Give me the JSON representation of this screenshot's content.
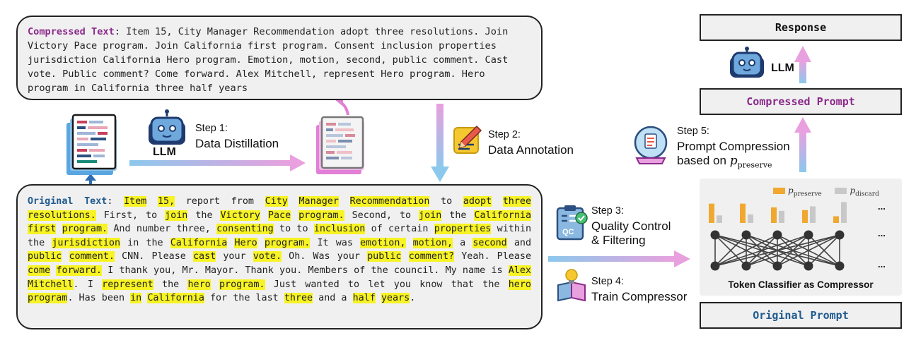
{
  "compressed_panel": {
    "label": "Compressed Text",
    "text": ": Item 15, City Manager Recommendation adopt three resolutions. Join Victory Pace program. Join California first program. Consent inclusion properties jurisdiction California Hero program. Emotion, motion, second, public comment. Cast vote. Public comment? Come forward. Alex Mitchell, represent Hero program. Hero program in California three half years"
  },
  "original_panel": {
    "label": "Original Text",
    "segments": [
      {
        "t": ": ",
        "h": false
      },
      {
        "t": "Item",
        "h": true
      },
      {
        "t": " ",
        "h": false
      },
      {
        "t": "15,",
        "h": true
      },
      {
        "t": " report from ",
        "h": false
      },
      {
        "t": "City",
        "h": true
      },
      {
        "t": " ",
        "h": false
      },
      {
        "t": "Manager",
        "h": true
      },
      {
        "t": " ",
        "h": false
      },
      {
        "t": "Recommendation",
        "h": true
      },
      {
        "t": " to ",
        "h": false
      },
      {
        "t": "adopt",
        "h": true
      },
      {
        "t": " ",
        "h": false
      },
      {
        "t": "three",
        "h": true
      },
      {
        "t": " ",
        "h": false
      },
      {
        "t": "resolutions.",
        "h": true
      },
      {
        "t": " First, to ",
        "h": false
      },
      {
        "t": "join",
        "h": true
      },
      {
        "t": " the ",
        "h": false
      },
      {
        "t": "Victory",
        "h": true
      },
      {
        "t": " ",
        "h": false
      },
      {
        "t": "Pace",
        "h": true
      },
      {
        "t": " ",
        "h": false
      },
      {
        "t": "program.",
        "h": true
      },
      {
        "t": " Second, to ",
        "h": false
      },
      {
        "t": "join",
        "h": true
      },
      {
        "t": " the ",
        "h": false
      },
      {
        "t": "California",
        "h": true
      },
      {
        "t": " ",
        "h": false
      },
      {
        "t": "first",
        "h": true
      },
      {
        "t": " ",
        "h": false
      },
      {
        "t": "program.",
        "h": true
      },
      {
        "t": " And number three, ",
        "h": false
      },
      {
        "t": "consenting",
        "h": true
      },
      {
        "t": " to to ",
        "h": false
      },
      {
        "t": "inclusion",
        "h": true
      },
      {
        "t": " of certain ",
        "h": false
      },
      {
        "t": "properties",
        "h": true
      },
      {
        "t": " within the ",
        "h": false
      },
      {
        "t": "jurisdiction",
        "h": true
      },
      {
        "t": " in the ",
        "h": false
      },
      {
        "t": "California",
        "h": true
      },
      {
        "t": " ",
        "h": false
      },
      {
        "t": "Hero",
        "h": true
      },
      {
        "t": " ",
        "h": false
      },
      {
        "t": "program.",
        "h": true
      },
      {
        "t": " It was ",
        "h": false
      },
      {
        "t": "emotion,",
        "h": true
      },
      {
        "t": " ",
        "h": false
      },
      {
        "t": "motion,",
        "h": true
      },
      {
        "t": " a ",
        "h": false
      },
      {
        "t": "second",
        "h": true
      },
      {
        "t": " and ",
        "h": false
      },
      {
        "t": "public",
        "h": true
      },
      {
        "t": " ",
        "h": false
      },
      {
        "t": "comment.",
        "h": true
      },
      {
        "t": " CNN. Please ",
        "h": false
      },
      {
        "t": "cast",
        "h": true
      },
      {
        "t": " your ",
        "h": false
      },
      {
        "t": "vote.",
        "h": true
      },
      {
        "t": " Oh. Was your ",
        "h": false
      },
      {
        "t": "public",
        "h": true
      },
      {
        "t": " ",
        "h": false
      },
      {
        "t": "comment?",
        "h": true
      },
      {
        "t": " Yeah. Please ",
        "h": false
      },
      {
        "t": "come",
        "h": true
      },
      {
        "t": " ",
        "h": false
      },
      {
        "t": "forward.",
        "h": true
      },
      {
        "t": " I thank you, Mr. Mayor. Thank you. Members of the council. My name is ",
        "h": false
      },
      {
        "t": "Alex",
        "h": true
      },
      {
        "t": " ",
        "h": false
      },
      {
        "t": "Mitchell",
        "h": true
      },
      {
        "t": ". I ",
        "h": false
      },
      {
        "t": "represent",
        "h": true
      },
      {
        "t": " the ",
        "h": false
      },
      {
        "t": "hero",
        "h": true
      },
      {
        "t": " ",
        "h": false
      },
      {
        "t": "program.",
        "h": true
      },
      {
        "t": " Just wanted to let you know that the ",
        "h": false
      },
      {
        "t": "hero",
        "h": true
      },
      {
        "t": " ",
        "h": false
      },
      {
        "t": "program",
        "h": true
      },
      {
        "t": ". Has been ",
        "h": false
      },
      {
        "t": "in",
        "h": true
      },
      {
        "t": " ",
        "h": false
      },
      {
        "t": "California",
        "h": true
      },
      {
        "t": " for the last ",
        "h": false
      },
      {
        "t": "three",
        "h": true
      },
      {
        "t": " and a ",
        "h": false
      },
      {
        "t": "half",
        "h": true
      },
      {
        "t": " ",
        "h": false
      },
      {
        "t": "years",
        "h": true
      },
      {
        "t": ".",
        "h": false
      }
    ]
  },
  "steps": {
    "s1": {
      "num": "Step 1:",
      "title": "Data Distillation"
    },
    "s2": {
      "num": "Step 2:",
      "title": "Data Annotation"
    },
    "s3": {
      "num": "Step 3:",
      "title1": "Quality Control",
      "title2": "& Filtering"
    },
    "s4": {
      "num": "Step 4:",
      "title": "Train Compressor"
    },
    "s5": {
      "num": "Step 5:",
      "title1": "Prompt Compression",
      "title2": "based on ",
      "var": "p",
      "sub": "preserve"
    }
  },
  "llm_label": "LLM",
  "qc_label": "QC",
  "right": {
    "response": "Response",
    "llm_label": "LLM",
    "compressed_prompt": "Compressed Prompt",
    "original_prompt": "Original Prompt",
    "classifier_caption": "Token Classifier as Compressor",
    "legend": [
      {
        "var": "p",
        "sub": "preserve",
        "color": "#f0a830"
      },
      {
        "var": "p",
        "sub": "discard",
        "color": "#c8c8c8"
      }
    ],
    "ellipsis": "...",
    "bars": [
      [
        0.72,
        0.28
      ],
      [
        0.72,
        0.32
      ],
      [
        0.58,
        0.45
      ],
      [
        0.48,
        0.62
      ],
      [
        0.25,
        0.78
      ]
    ]
  },
  "colors": {
    "purple_label": "#8b2a8b",
    "blue_label": "#1e5a8e",
    "highlight": "#f7f324",
    "preserve": "#f0a830",
    "discard": "#c8c8c8"
  }
}
